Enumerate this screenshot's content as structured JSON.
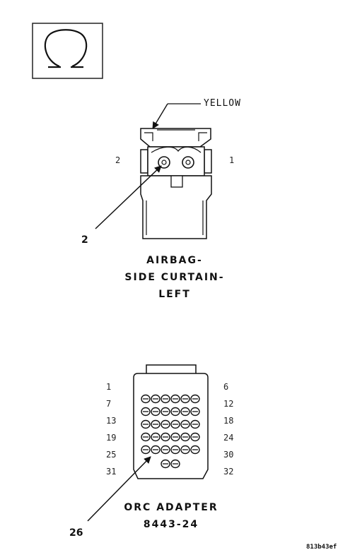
{
  "meter": {
    "icon": "ohm-symbol-icon",
    "symbol": "Ω"
  },
  "connector_1": {
    "wire_color": "YELLOW",
    "pin_left": "2",
    "pin_right": "1",
    "callout": "2",
    "caption": [
      "AIRBAG-",
      "SIDE CURTAIN-",
      "LEFT"
    ]
  },
  "connector_2": {
    "pin_labels_left": [
      "1",
      "7",
      "13",
      "19",
      "25",
      "31"
    ],
    "pin_labels_right": [
      "6",
      "12",
      "18",
      "24",
      "30",
      "32"
    ],
    "callout": "26",
    "caption": [
      "ORC ADAPTER",
      "8443-24"
    ]
  },
  "figure_id": "813b43ef"
}
